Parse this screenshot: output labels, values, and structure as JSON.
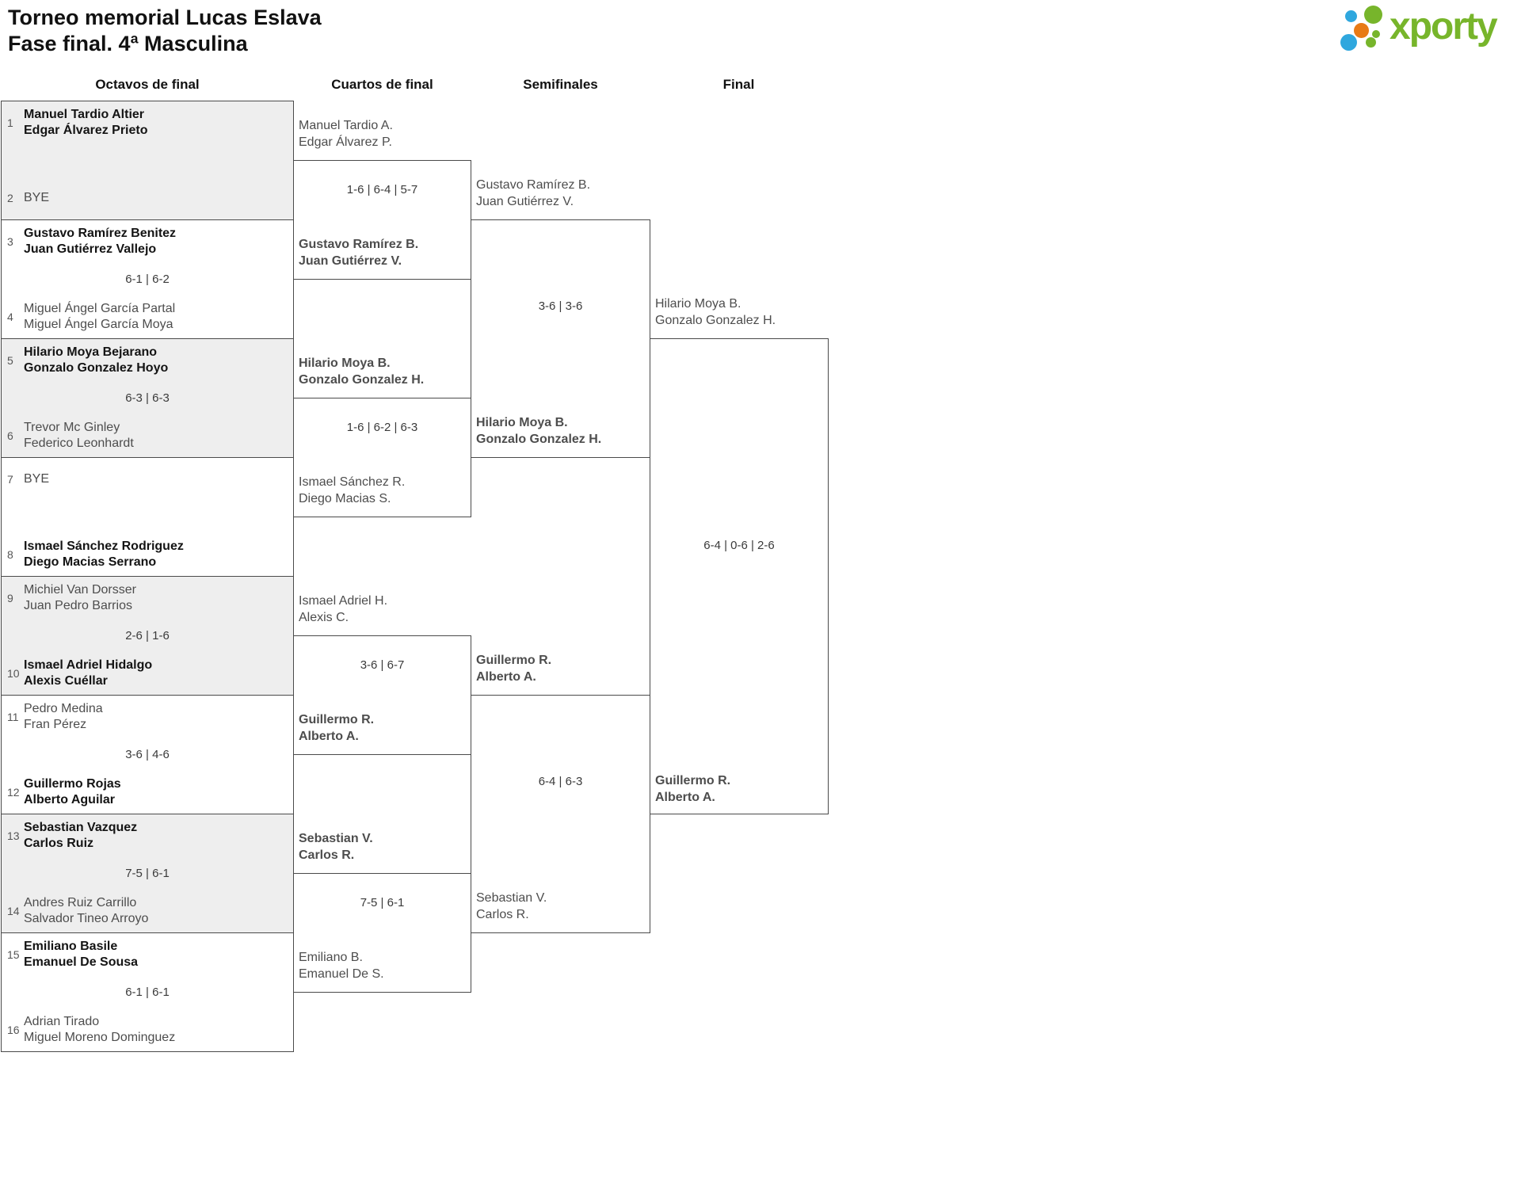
{
  "title": {
    "line1": "Torneo memorial Lucas Eslava",
    "line2": "Fase final. 4ª Masculina"
  },
  "rounds": {
    "octavos": "Octavos de final",
    "cuartos": "Cuartos de final",
    "semifinales": "Semifinales",
    "final": "Final"
  },
  "logo": {
    "text": "xporty"
  },
  "colors": {
    "accent_green": "#77b52b",
    "accent_blue": "#2fa7de",
    "accent_orange": "#e87a15",
    "shaded_box": "#eeeeee",
    "box_border": "#4a4a4a"
  },
  "octavos": {
    "m1": {
      "seed_a": "1",
      "a1": "Manuel Tardio Altier",
      "a2": "Edgar Álvarez Prieto",
      "a_winner": true,
      "seed_b": "2",
      "b1": "BYE"
    },
    "m2": {
      "seed_a": "3",
      "a1": "Gustavo Ramírez Benitez",
      "a2": "Juan Gutiérrez Vallejo",
      "a_winner": true,
      "score": "6-1 | 6-2",
      "seed_b": "4",
      "b1": "Miguel Ángel García Partal",
      "b2": "Miguel Ángel García Moya"
    },
    "m3": {
      "seed_a": "5",
      "a1": "Hilario Moya Bejarano",
      "a2": "Gonzalo Gonzalez Hoyo",
      "a_winner": true,
      "score": "6-3 | 6-3",
      "seed_b": "6",
      "b1": "Trevor Mc Ginley",
      "b2": "Federico Leonhardt"
    },
    "m4": {
      "seed_a": "7",
      "a1": "BYE",
      "seed_b": "8",
      "b1": "Ismael Sánchez Rodriguez",
      "b2": "Diego Macias Serrano",
      "b_winner": true
    },
    "m5": {
      "seed_a": "9",
      "a1": "Michiel Van Dorsser",
      "a2": "Juan Pedro Barrios",
      "score": "2-6 | 1-6",
      "seed_b": "10",
      "b1": "Ismael Adriel Hidalgo",
      "b2": "Alexis Cuéllar",
      "b_winner": true
    },
    "m6": {
      "seed_a": "11",
      "a1": "Pedro Medina",
      "a2": "Fran Pérez",
      "score": "3-6 | 4-6",
      "seed_b": "12",
      "b1": "Guillermo Rojas",
      "b2": "Alberto Aguilar",
      "b_winner": true
    },
    "m7": {
      "seed_a": "13",
      "a1": "Sebastian Vazquez",
      "a2": "Carlos Ruiz",
      "a_winner": true,
      "score": "7-5 | 6-1",
      "seed_b": "14",
      "b1": "Andres Ruiz Carrillo",
      "b2": "Salvador Tineo Arroyo"
    },
    "m8": {
      "seed_a": "15",
      "a1": "Emiliano Basile",
      "a2": "Emanuel De Sousa",
      "a_winner": true,
      "score": "6-1 | 6-1",
      "seed_b": "16",
      "b1": "Adrian Tirado",
      "b2": "Miguel Moreno Dominguez"
    }
  },
  "cuartos": {
    "m1": {
      "a1": "Manuel Tardio A.",
      "a2": "Edgar Álvarez P.",
      "score": "1-6 | 6-4 | 5-7",
      "b1": "Gustavo Ramírez B.",
      "b2": "Juan Gutiérrez V.",
      "b_winner": true
    },
    "m2": {
      "a1": "Hilario Moya B.",
      "a2": "Gonzalo Gonzalez H.",
      "a_winner": true,
      "score": "1-6 | 6-2 | 6-3",
      "b1": "Ismael Sánchez R.",
      "b2": "Diego Macias S."
    },
    "m3": {
      "a1": "Ismael Adriel H.",
      "a2": "Alexis C.",
      "score": "3-6 | 6-7",
      "b1": "Guillermo R.",
      "b2": "Alberto A.",
      "b_winner": true
    },
    "m4": {
      "a1": "Sebastian V.",
      "a2": "Carlos R.",
      "a_winner": true,
      "score": "7-5 | 6-1",
      "b1": "Emiliano B.",
      "b2": "Emanuel De S."
    }
  },
  "semifinales": {
    "m1": {
      "a1": "Gustavo Ramírez B.",
      "a2": "Juan Gutiérrez V.",
      "score": "3-6 | 3-6",
      "b1": "Hilario Moya B.",
      "b2": "Gonzalo Gonzalez H.",
      "b_winner": true
    },
    "m2": {
      "a1": "Guillermo R.",
      "a2": "Alberto A.",
      "a_winner": true,
      "score": "6-4 | 6-3",
      "b1": "Sebastian V.",
      "b2": "Carlos R."
    }
  },
  "final": {
    "m1": {
      "a1": "Hilario Moya B.",
      "a2": "Gonzalo Gonzalez H.",
      "score": "6-4 | 0-6 | 2-6",
      "b1": "Guillermo R.",
      "b2": "Alberto A.",
      "b_winner": true
    }
  }
}
